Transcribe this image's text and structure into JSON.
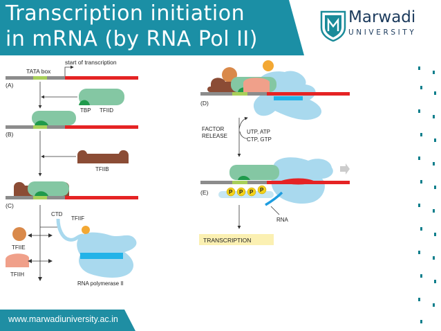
{
  "slide": {
    "title_line1": "Transcription initiation",
    "title_line2": "in mRNA (by RNA Pol II)",
    "logo_name": "Marwadi",
    "logo_sub": "UNIVERSITY",
    "footer_url": "www.marwadiuniversity.ac.in"
  },
  "colors": {
    "banner": "#1b8fa5",
    "footer": "#1f8ea3",
    "dna_gray": "#8c8c8c",
    "tata_green": "#a8cf5a",
    "dna_red": "#e52324",
    "tfiid": "#84c7a3",
    "tbp": "#1f9a4b",
    "tfiib": "#8b4c35",
    "tfiie": "#d9894a",
    "tfiih": "#f0a08a",
    "tfiif": "#f3a833",
    "polymerase": "#a9d9ee",
    "polymerase_core": "#23b3e8",
    "phosphate": "#f3d21a",
    "transcription_box": "#fbf0b2",
    "dots": "#0f7f8c"
  },
  "diagram": {
    "labels": {
      "tata_box": "TATA box",
      "start": "start of transcription",
      "step_a": "(A)",
      "step_b": "(B)",
      "step_c": "(C)",
      "step_d": "(D)",
      "step_e": "(E)",
      "tbp": "TBP",
      "tfiid": "TFIID",
      "tfiib": "TFIIB",
      "ctd": "CTD",
      "tfiif": "TFIIF",
      "tfiie": "TFIIE",
      "tfiih": "TFIIH",
      "rna_pol": "RNA polymerase II",
      "factor_release_1": "FACTOR",
      "factor_release_2": "RELEASE",
      "ntp_1": "UTP, ATP",
      "ntp_2": "CTP, GTP",
      "phosphate": "P",
      "rna": "RNA",
      "transcription": "TRANSCRIPTION"
    }
  },
  "icons": {
    "logo": "shield-logo-icon",
    "arrow": "arrow-icon",
    "transcription_direction": "chevron-right-arrow-icon"
  }
}
